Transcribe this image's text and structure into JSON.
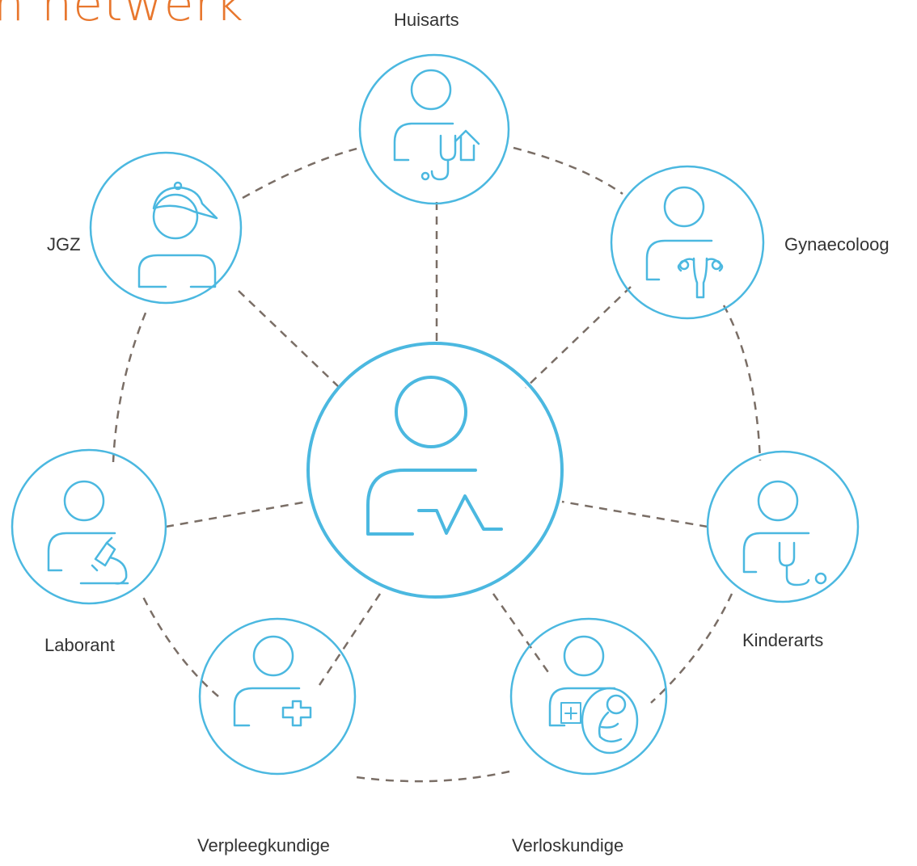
{
  "title": "n netwerk",
  "center": {
    "icon": "patient-monitor-icon"
  },
  "roles": [
    {
      "label": "Huisarts",
      "icon": "general-practitioner-icon"
    },
    {
      "label": "Gynaecoloog",
      "icon": "gynaecologist-icon"
    },
    {
      "label": "Kinderarts",
      "icon": "pediatrician-icon"
    },
    {
      "label": "Verloskundige",
      "icon": "midwife-icon"
    },
    {
      "label": "Verpleegkundige",
      "icon": "nurse-icon"
    },
    {
      "label": "Laborant",
      "icon": "lab-technician-icon"
    },
    {
      "label": "JGZ",
      "icon": "youth-healthcare-icon"
    }
  ],
  "colors": {
    "accent": "#4bb8e0",
    "connector": "#7a6e66",
    "title": "#e8772e",
    "label": "#333333"
  }
}
